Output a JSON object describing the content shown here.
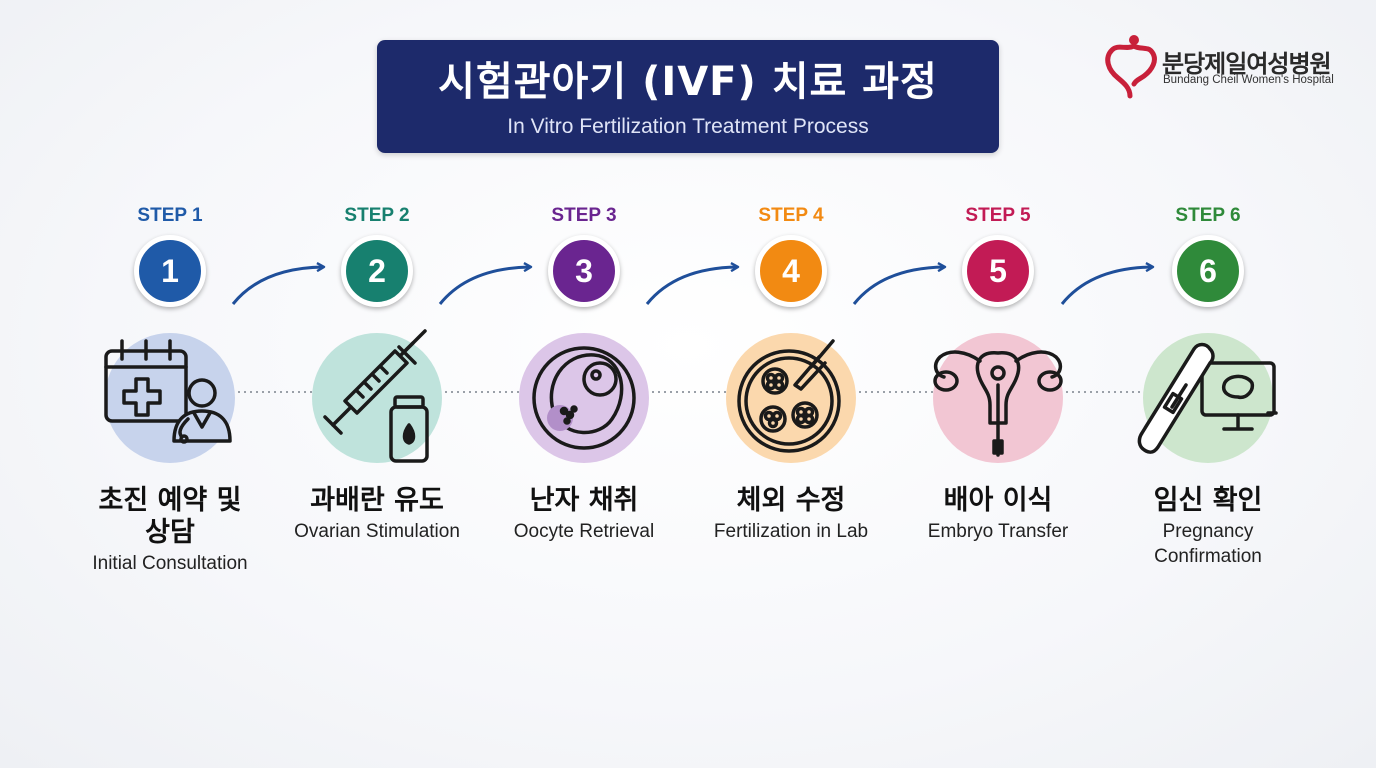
{
  "title": {
    "main": "시험관아기 (IVF) 치료 과정",
    "sub": "In Vitro Fertilization Treatment Process"
  },
  "logo": {
    "name_ko": "분당제일여성병원",
    "name_en": "Bundang Cheil Women's Hospital",
    "icon": "heart-figure-icon",
    "color": "#c8203a"
  },
  "steps": [
    {
      "label": "STEP 1",
      "number": "1",
      "name_ko": "초진 예약 및 상담",
      "name_en": "Initial Consultation",
      "color": "#1f5aa8",
      "bg": "#c7d3ec",
      "icon": "calendar-doctor-icon"
    },
    {
      "label": "STEP 2",
      "number": "2",
      "name_ko": "과배란 유도",
      "name_en": "Ovarian Stimulation",
      "color": "#17806f",
      "bg": "#bfe3dc",
      "icon": "syringe-vial-icon"
    },
    {
      "label": "STEP 3",
      "number": "3",
      "name_ko": "난자 채취",
      "name_en": "Oocyte Retrieval",
      "color": "#6a2590",
      "bg": "#dcc6e8",
      "icon": "oocyte-icon"
    },
    {
      "label": "STEP 4",
      "number": "4",
      "name_ko": "체외 수정",
      "name_en": "Fertilization in Lab",
      "color": "#f28a12",
      "bg": "#fbd8ad",
      "icon": "petri-dish-icon"
    },
    {
      "label": "STEP 5",
      "number": "5",
      "name_ko": "배아 이식",
      "name_en": "Embryo Transfer",
      "color": "#c21b55",
      "bg": "#f2c6d3",
      "icon": "uterus-icon"
    },
    {
      "label": "STEP 6",
      "number": "6",
      "name_ko": "임신 확인",
      "name_en": "Pregnancy Confirmation",
      "color": "#2f8a3a",
      "bg": "#cde6cd",
      "icon": "pregnancy-test-ultrasound-icon"
    }
  ],
  "colors": {
    "title_bg": "#1d2a6b",
    "arrow": "#1f4f9a"
  }
}
